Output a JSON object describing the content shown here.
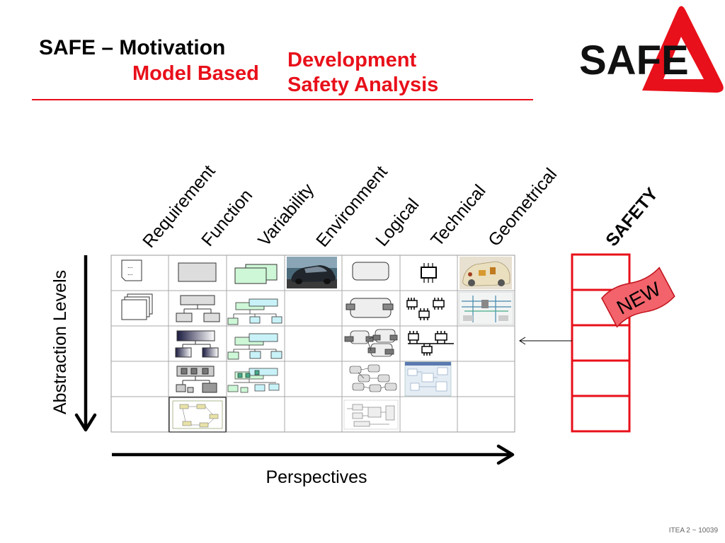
{
  "header": {
    "title": "SAFE – Motivation",
    "subtitle_left": "Model Based",
    "subtitle_right_line1": "Development",
    "subtitle_right_line2": "Safety Analysis"
  },
  "logo": {
    "text": "SAFE",
    "color": "#e8101a"
  },
  "perspectives": [
    "Requirement",
    "Function",
    "Variability",
    "Environment",
    "Logical",
    "Technical",
    "Geometrical"
  ],
  "safety_label": "SAFETY",
  "new_badge": "NEW",
  "y_axis_label": "Abstraction Levels",
  "x_axis_label": "Perspectives",
  "footer": "ITEA 2 ~ 10039",
  "colors": {
    "accent": "#e8101a",
    "badge_fill": "#f2636b"
  }
}
